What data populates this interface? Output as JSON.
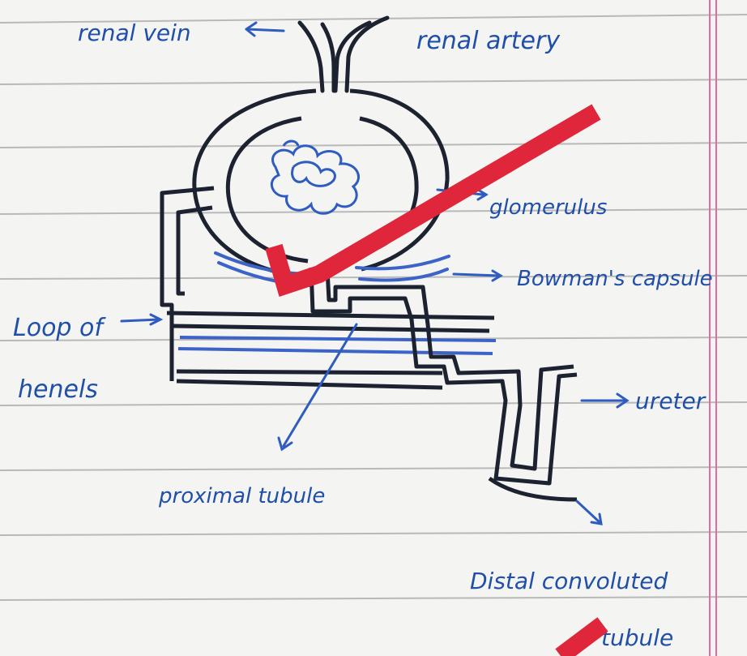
{
  "labels": {
    "renal_vein": "renal vein",
    "renal_artery": "renal artery",
    "glomerulus": "glomerulus",
    "bowmans_capsule": "Bowman's capsule",
    "loop_of_henle_line1": "Loop of",
    "loop_of_henle_line2": "henels",
    "ureter": "ureter",
    "proximal_tubule": "proximal tubule",
    "distal_tubule_line1": "Distal convoluted",
    "distal_tubule_line2": "tubule"
  },
  "colors": {
    "paper": "#f4f4f2",
    "ruled_line": "#b9b9b9",
    "margin_line": "#e46aa6",
    "drawing_ink": "#1c2230",
    "label_ink": "#1f4fa8",
    "highlight_blue": "#3c63c8",
    "check_mark": "#e0263a"
  }
}
